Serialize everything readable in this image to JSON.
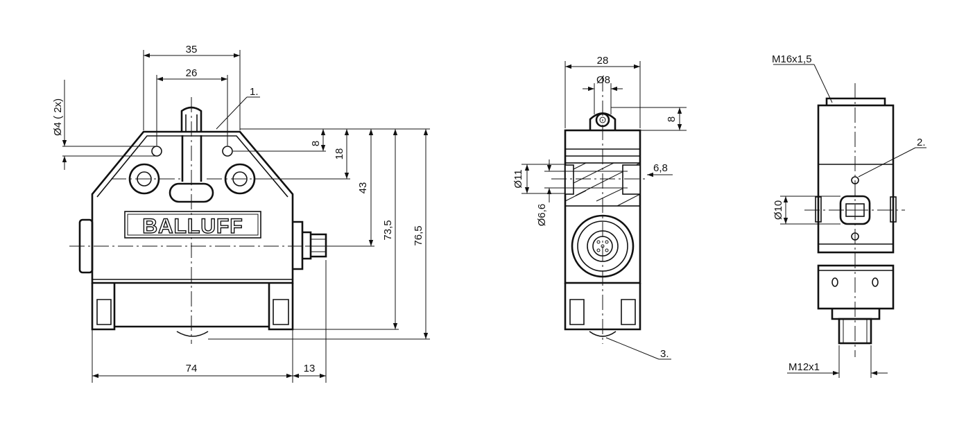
{
  "front_view": {
    "dim_35": "35",
    "dim_26": "26",
    "dim_dia4": "Ø4 ( 2x)",
    "callout_1": "1.",
    "dim_8": "8",
    "dim_18": "18",
    "dim_43": "43",
    "dim_73_5": "73,5",
    "dim_76_5": "76,5",
    "dim_74": "74",
    "dim_13": "13",
    "brand_logo": "BALLUFF"
  },
  "side_view": {
    "dim_28": "28",
    "dim_dia8": "Ø8",
    "dim_8": "8",
    "dim_dia11": "Ø11",
    "dim_6_8": "6,8",
    "dim_dia6_6": "Ø6,6",
    "callout_3": "3."
  },
  "rear_view": {
    "thread_m16": "M16x1,5",
    "callout_2": "2.",
    "dim_dia10": "Ø10",
    "thread_m12": "M12x1"
  }
}
